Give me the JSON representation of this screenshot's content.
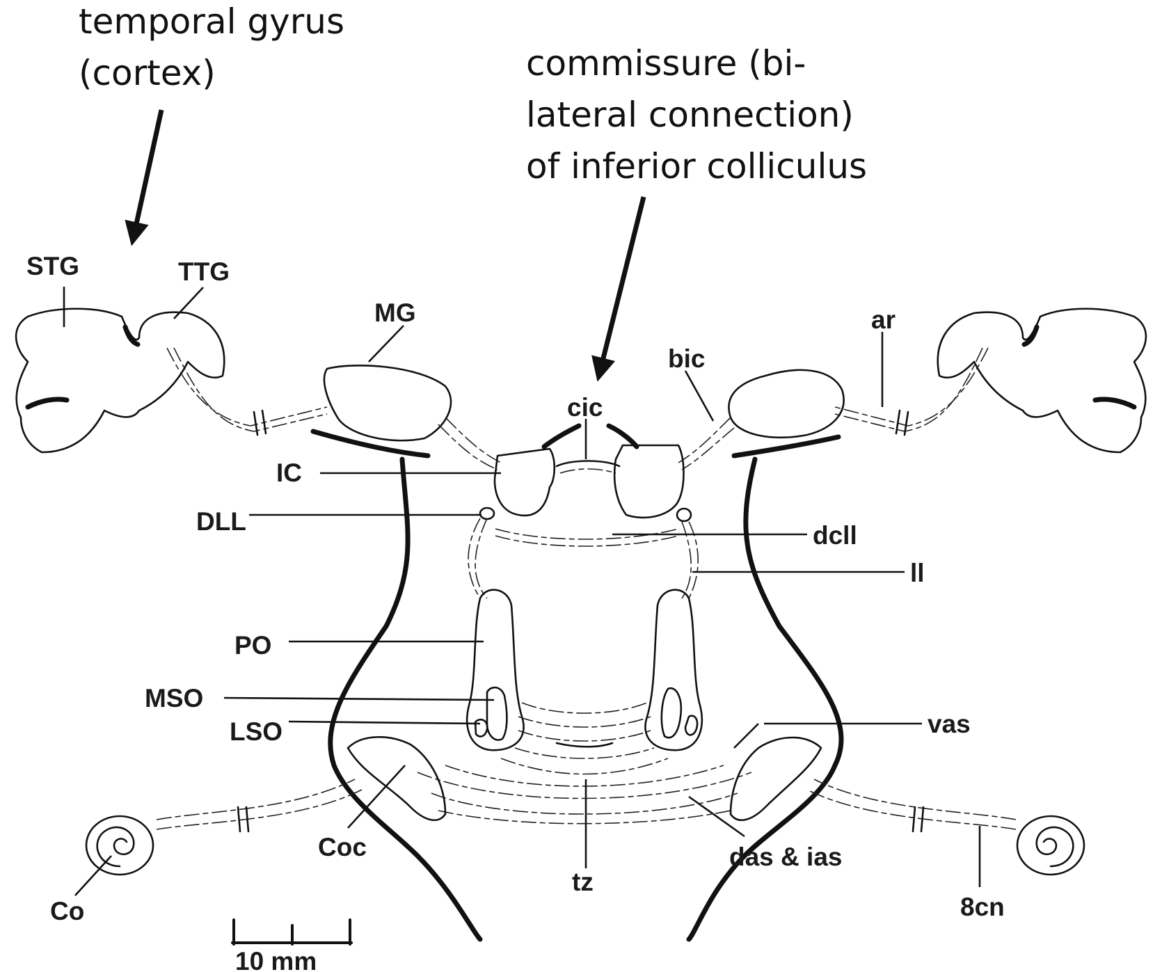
{
  "annotations": {
    "temporal": "temporal gyrus\n(cortex)",
    "commissure": "commissure (bi-\nlateral connection)\nof inferior colliculus"
  },
  "labels": {
    "STG": "STG",
    "TTG": "TTG",
    "MG": "MG",
    "bic": "bic",
    "ar": "ar",
    "cic": "cic",
    "IC": "IC",
    "DLL": "DLL",
    "dcll": "dcll",
    "ll": "ll",
    "PO": "PO",
    "MSO": "MSO",
    "LSO": "LSO",
    "vas": "vas",
    "Coc": "Coc",
    "tz": "tz",
    "das_ias": "das & ias",
    "Co": "Co",
    "8cn": "8cn"
  },
  "scale_bar": {
    "label": "10 mm"
  },
  "colors": {
    "ink": "#111111",
    "background": "#ffffff"
  }
}
